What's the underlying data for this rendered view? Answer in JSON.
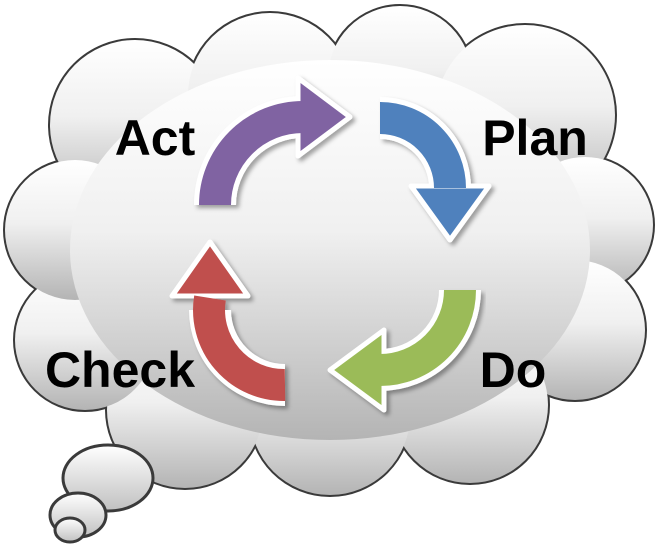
{
  "diagram": {
    "type": "PDCA cycle in thought cloud",
    "stages": [
      {
        "label": "Plan",
        "color": "#4F81BD"
      },
      {
        "label": "Do",
        "color": "#9BBB59"
      },
      {
        "label": "Check",
        "color": "#C0504D"
      },
      {
        "label": "Act",
        "color": "#8064A2"
      }
    ],
    "cloud_colors": {
      "light": "#FFFFFF",
      "dark": "#B8B8B8",
      "outline": "#3A3A3A"
    }
  }
}
